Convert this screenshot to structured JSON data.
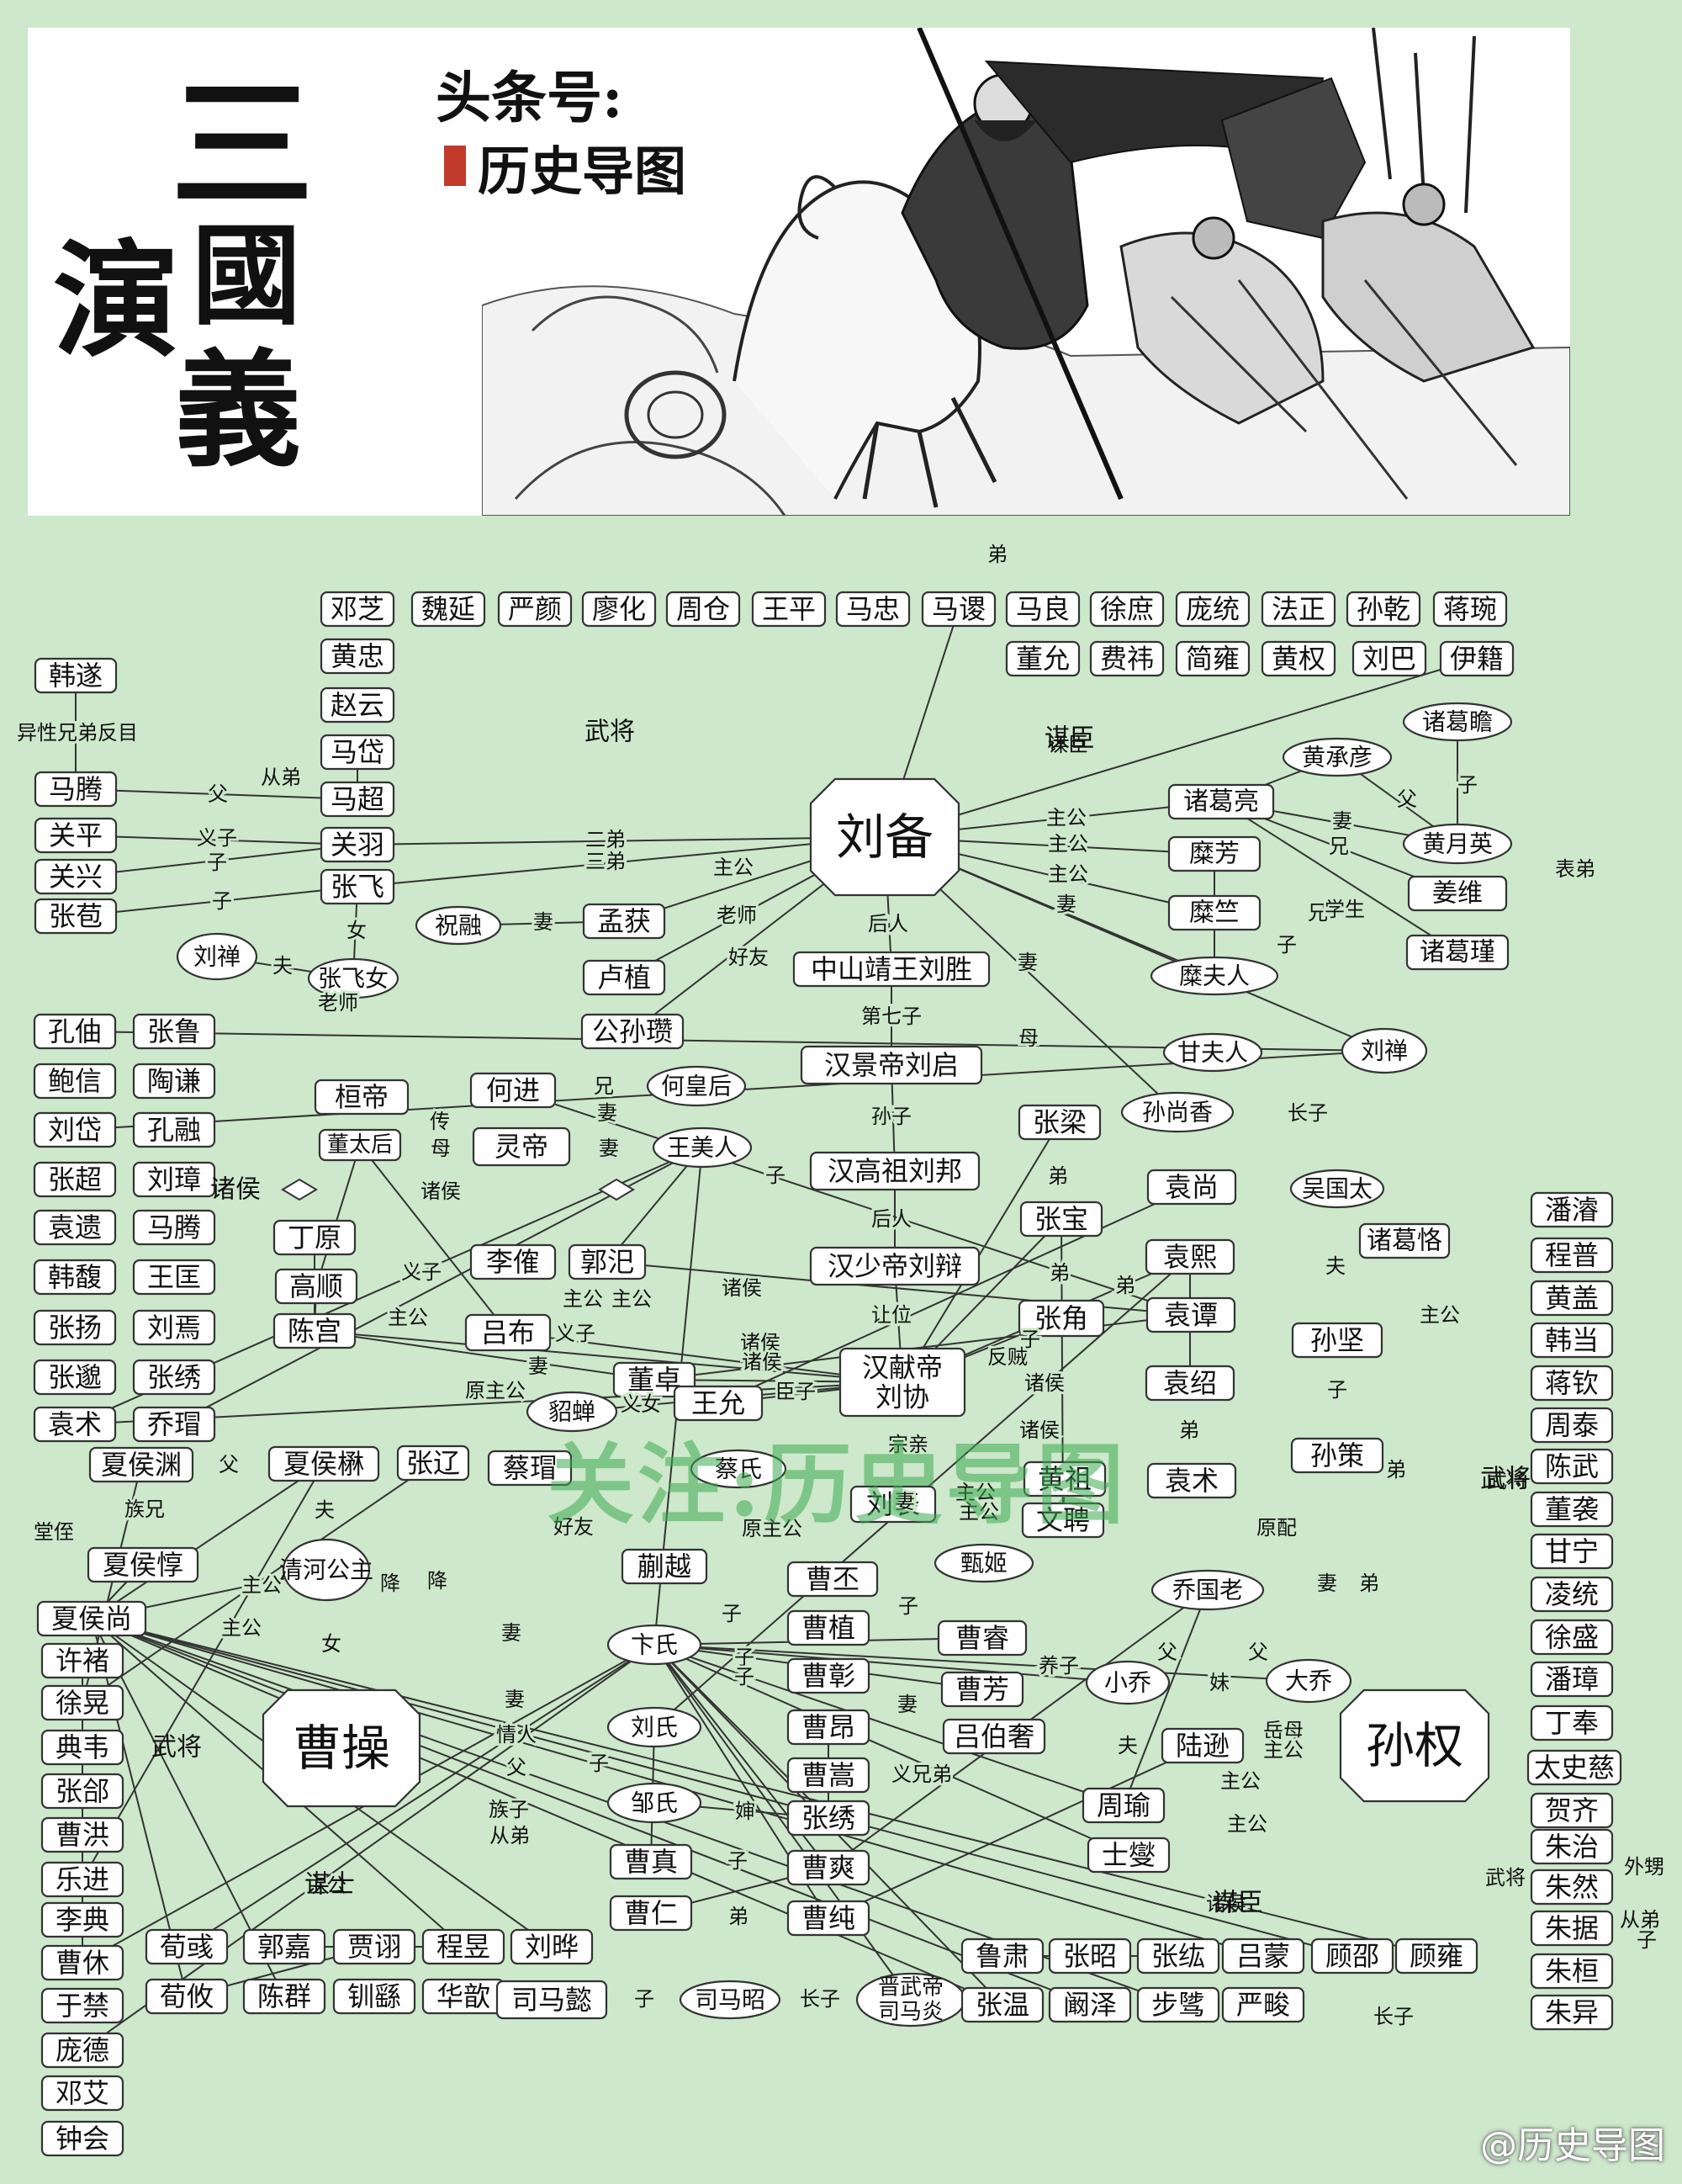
{
  "banner": {
    "title_chars": [
      "三",
      "國",
      "演",
      "義"
    ],
    "account_prefix": "头条号:",
    "account_name": "历史导图"
  },
  "watermark": "关注:历史导图",
  "credit": "@历史导图",
  "sections": [
    "武将",
    "谋臣",
    "诸侯",
    "武将",
    "谋士",
    "武将",
    "谋臣"
  ],
  "nodes": [
    "邓芝",
    "魏延",
    "严颜",
    "廖化",
    "周仓",
    "王平",
    "马忠",
    "马谡",
    "马良",
    "徐庶",
    "庞统",
    "法正",
    "孙乾",
    "蒋琬",
    "董允",
    "费祎",
    "简雍",
    "黄权",
    "刘巴",
    "伊籍",
    "黄忠",
    "赵云",
    "马岱",
    "马超",
    "马腾",
    "韩遂",
    "关羽",
    "关平",
    "关兴",
    "张飞",
    "张苞",
    "刘禅",
    "张飞女",
    "祝融",
    "孟获",
    "卢植",
    "公孙瓒",
    "刘备",
    "中山靖王刘胜",
    "汉景帝刘启",
    "汉高祖刘邦",
    "汉少帝刘辩",
    "汉献帝 刘协",
    "诸葛亮",
    "糜芳",
    "糜竺",
    "糜夫人",
    "黄承彦",
    "黄月英",
    "诸葛瞻",
    "姜维",
    "诸葛瑾",
    "甘夫人",
    "刘禅",
    "孙尚香",
    "孔伷",
    "张鲁",
    "鲍信",
    "陶谦",
    "刘岱",
    "孔融",
    "张超",
    "刘璋",
    "袁遗",
    "马腾",
    "韩馥",
    "王匡",
    "张扬",
    "刘焉",
    "张邈",
    "张绣",
    "袁术",
    "乔瑁",
    "桓帝",
    "董太后",
    "何进",
    "何皇后",
    "灵帝",
    "王美人",
    "丁原",
    "高顺",
    "陈宫",
    "吕布",
    "李傕",
    "郭汜",
    "董卓",
    "貂蝉",
    "王允",
    "张梁",
    "张宝",
    "张角",
    "袁尚",
    "袁熙",
    "袁谭",
    "袁绍",
    "袁术",
    "黄祖",
    "文聘",
    "刘表",
    "蔡氏",
    "蔡瑁",
    "蒯越",
    "吴国太",
    "孙坚",
    "孙策",
    "诸葛恪",
    "孙权",
    "夏侯渊",
    "夏侯楙",
    "清河公主",
    "夏侯惇",
    "夏侯尚",
    "张辽",
    "许褚",
    "徐晃",
    "典韦",
    "张郃",
    "曹洪",
    "乐进",
    "李典",
    "曹休",
    "于禁",
    "庞德",
    "邓艾",
    "钟会",
    "曹操",
    "曹丕",
    "甄姬",
    "曹植",
    "曹彰",
    "曹睿",
    "曹芳",
    "卞氏",
    "刘氏",
    "曹昂",
    "邹氏",
    "曹嵩",
    "吕伯奢",
    "张绣",
    "曹真",
    "曹爽",
    "曹仁",
    "曹纯",
    "乔国老",
    "小乔",
    "大乔",
    "陆逊",
    "周瑜",
    "士燮",
    "荀彧",
    "郭嘉",
    "贾诩",
    "程昱",
    "刘晔",
    "荀攸",
    "陈群",
    "钏繇",
    "华歆",
    "司马懿",
    "司马昭",
    "晋武帝 司马炎",
    "鲁肃",
    "张昭",
    "张纮",
    "吕蒙",
    "顾邵",
    "顾雍",
    "张温",
    "阚泽",
    "步骘",
    "严畯",
    "潘濬",
    "程普",
    "黄盖",
    "韩当",
    "蒋钦",
    "周泰",
    "陈武",
    "董袭",
    "甘宁",
    "凌统",
    "徐盛",
    "潘璋",
    "丁奉",
    "太史慈",
    "贺齐",
    "朱治",
    "朱然",
    "朱据",
    "朱桓",
    "朱异"
  ],
  "link_labels": [
    "弟",
    "异性兄弟反目",
    "从弟",
    "父",
    "义子",
    "子",
    "二弟",
    "三弟",
    "子",
    "女",
    "夫",
    "妻",
    "主公",
    "老师",
    "老师",
    "好友",
    "后人",
    "第七子",
    "孙子",
    "后人",
    "让位",
    "主公",
    "主公",
    "主公",
    "妻",
    "妻",
    "兄",
    "兄",
    "学生",
    "父",
    "子",
    "子",
    "妻",
    "母",
    "长子",
    "兄",
    "妻",
    "传",
    "母",
    "妻",
    "子",
    "诸侯",
    "诸侯",
    "诸侯",
    "义子",
    "主公",
    "主公",
    "主公",
    "义子",
    "诸侯",
    "原主公",
    "妻",
    "义女",
    "臣子",
    "弟",
    "弟",
    "弟",
    "反贼",
    "诸侯",
    "子",
    "弟",
    "诸侯",
    "宗亲",
    "主公",
    "主公",
    "妻",
    "好友",
    "原主公",
    "原配",
    "夫",
    "子",
    "主公",
    "弟",
    "父",
    "族兄",
    "夫",
    "堂侄",
    "主公",
    "女",
    "降",
    "降",
    "主公",
    "妻",
    "子",
    "子",
    "子",
    "子",
    "养子",
    "妻",
    "妻",
    "情人",
    "父",
    "子",
    "义兄弟",
    "婶",
    "族子",
    "从弟",
    "子",
    "弟",
    "子",
    "长子",
    "父",
    "父",
    "妹",
    "夫",
    "岳母",
    "主公",
    "主公",
    "主公",
    "妻",
    "弟",
    "表弟",
    "外甥",
    "从弟",
    "子",
    "长子",
    "诸侯",
    "主公",
    "武将",
    "武将",
    "谋臣"
  ]
}
